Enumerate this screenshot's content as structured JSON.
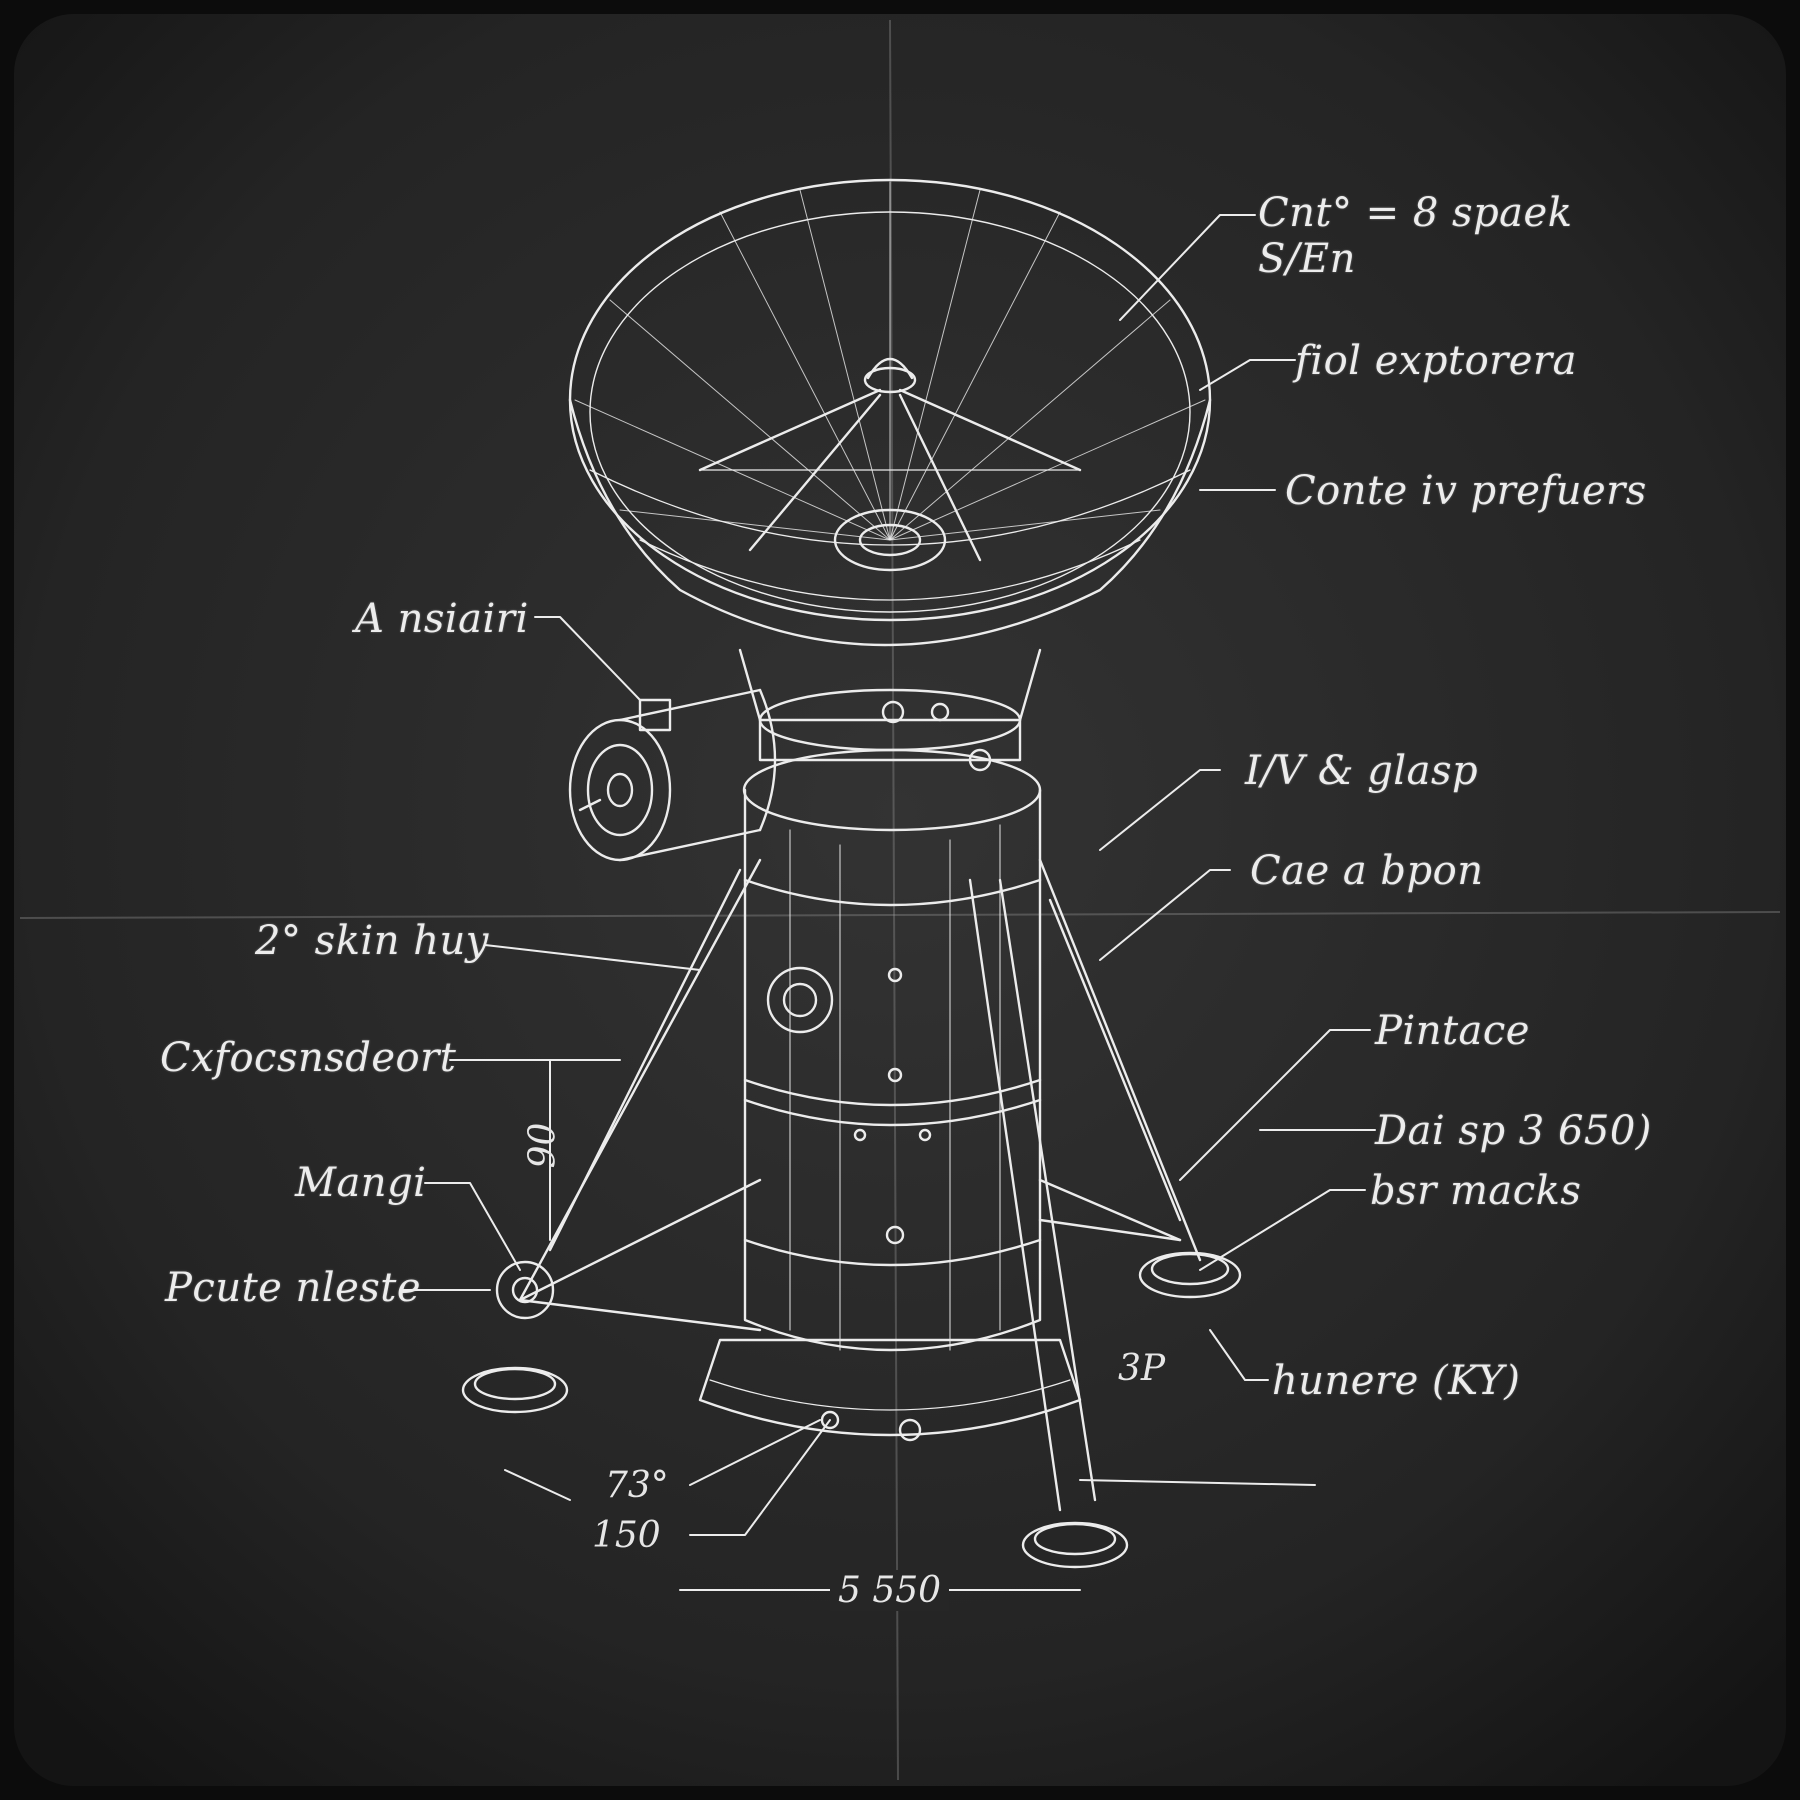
{
  "colors": {
    "board": "#262626",
    "chalk": "#ececec",
    "frame": "#0c0c0c"
  },
  "callouts": {
    "top_right_line1": "Cnt° = 8 spaek",
    "top_right_line2": "S/En",
    "dish_rim": "fiol exptorera",
    "dish_cone": "Conte iv prefuers",
    "side_camera": "A nsiairi",
    "upper_body": "I/V & glasp",
    "mid_body": "Cae a bpon",
    "strut": "2° skin huy",
    "leg_brace": "Cxfocsnsdeort",
    "joint": "Mangi",
    "footpad_left": "Pcute nleste",
    "interface": "Pintace",
    "right_strut": "Dai sp 3 650)",
    "right_pad": "bsr macks",
    "base_right": "hunere (KY)"
  },
  "dimensions": {
    "height_mark": "90",
    "offset_a": "73°",
    "offset_b": "150",
    "base_width": "5 550",
    "side_tag": "3P"
  }
}
